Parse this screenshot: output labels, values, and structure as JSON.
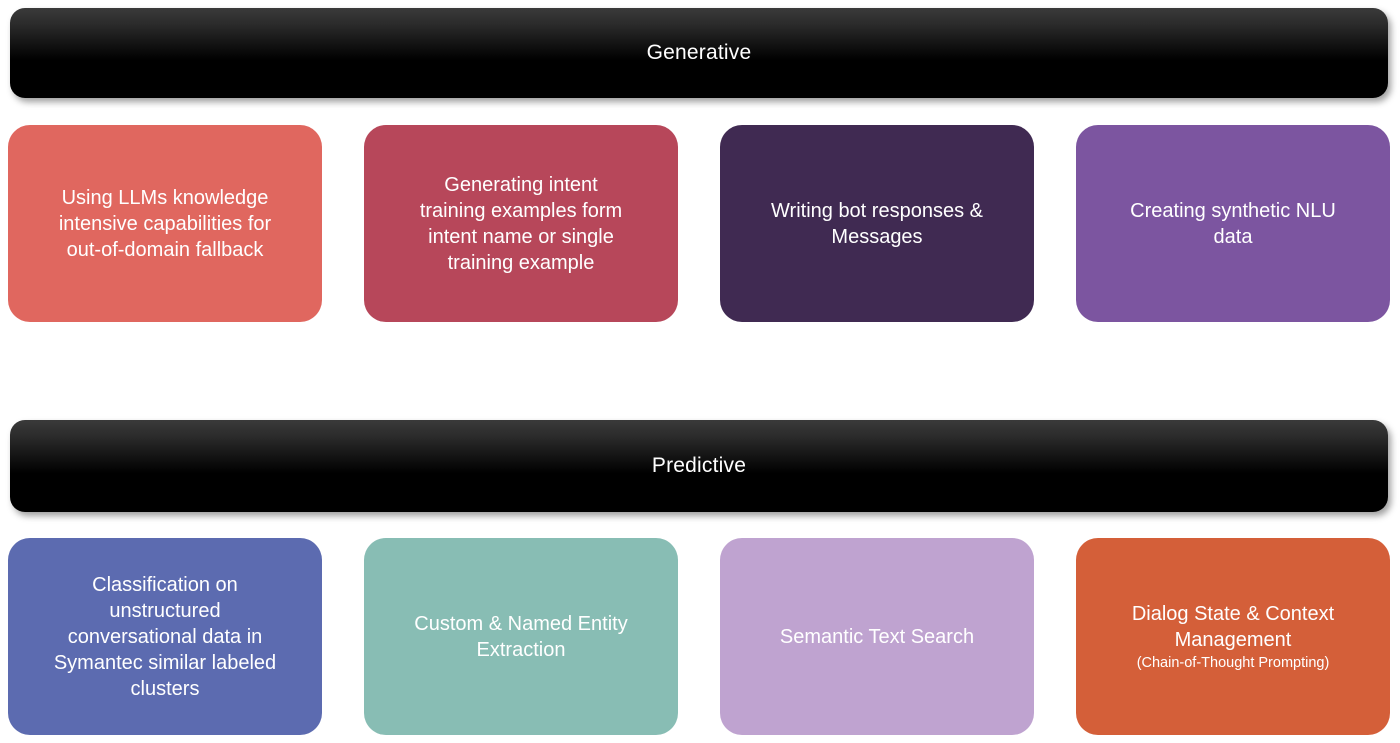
{
  "diagram": {
    "type": "two-tier-category-diagram",
    "background_color": "#ffffff",
    "sections": [
      {
        "id": "generative",
        "title": "Generative",
        "bar_color": "#000000",
        "title_color": "#ffffff",
        "cards": [
          {
            "id": "out-of-domain-fallback",
            "label": "Using LLMs knowledge\nintensive capabilities for\nout-of-domain fallback",
            "sublabel": "",
            "color": "#E0675F"
          },
          {
            "id": "intent-training-example-generation",
            "label": "Generating intent\ntraining examples form\nintent name or single\ntraining example",
            "sublabel": "",
            "color": "#B7475A"
          },
          {
            "id": "bot-responses-messages",
            "label": "Writing bot responses &\nMessages",
            "sublabel": "",
            "color": "#402A52"
          },
          {
            "id": "synthetic-nlu-data",
            "label": "Creating synthetic NLU\ndata",
            "sublabel": "",
            "color": "#7C55A0"
          }
        ]
      },
      {
        "id": "predictive",
        "title": "Predictive",
        "bar_color": "#000000",
        "title_color": "#ffffff",
        "cards": [
          {
            "id": "conversational-data-classification",
            "label": "Classification on\nunstructured\nconversational data in\nSymantec similar labeled\nclusters",
            "sublabel": "",
            "color": "#5C6BB0"
          },
          {
            "id": "entity-extraction",
            "label": "Custom & Named Entity\nExtraction",
            "sublabel": "",
            "color": "#88BDB4"
          },
          {
            "id": "semantic-text-search",
            "label": "Semantic Text Search",
            "sublabel": "",
            "color": "#BFA3D0"
          },
          {
            "id": "dialog-state-context-management",
            "label": "Dialog State & Context\nManagement",
            "sublabel": "(Chain-of-Thought Prompting)",
            "color": "#D45F39"
          }
        ]
      }
    ]
  }
}
